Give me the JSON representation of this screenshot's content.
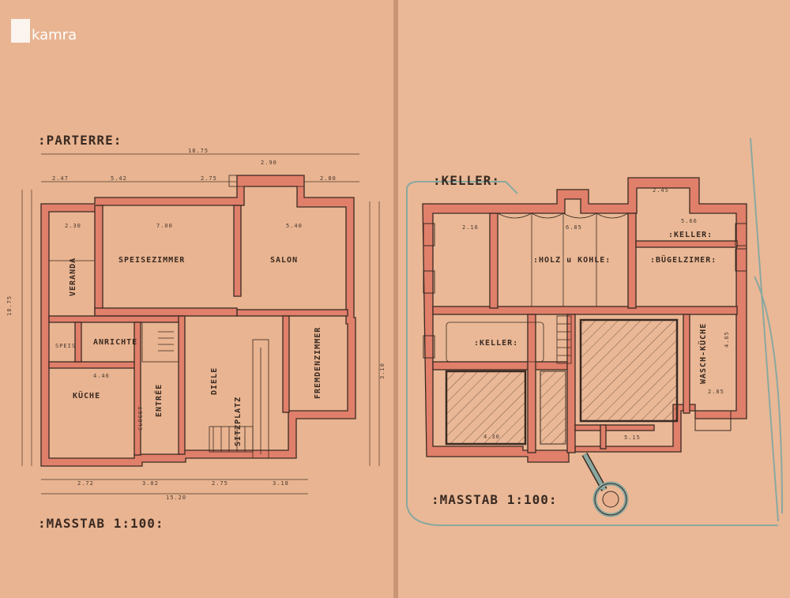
{
  "watermark": {
    "text": "kamra"
  },
  "colors": {
    "paper": "#e8b08f",
    "wall": "#e07f6a",
    "ink": "#3a2a22",
    "site_line": "#8aa8a0"
  },
  "left_sheet": {
    "title": ":PARTERRE:",
    "scale": ":MASSTAB 1:100:",
    "rooms": {
      "speisezimmer": "SPEISEZIMMER",
      "salon": "SALON",
      "veranda": "VERANDA",
      "anrichte": "ANRICHTE",
      "speis": "SPEIS",
      "kueche": "KÜCHE",
      "entree": "ENTRÉE",
      "diele": "DIELE",
      "sitzplatz": "SITZPLATZ",
      "fremdenzimmer": "FREMDENZIMMER",
      "closet": "CLOSET"
    },
    "dimensions": {
      "overall_top": "18.75",
      "overall_bottom": "15.20",
      "top_a": "2.47",
      "top_b": "5.42",
      "top_c": "2.75",
      "top_d": "2.90",
      "top_e": "2.80",
      "bottom_a": "2.72",
      "bottom_b": "3.02",
      "bottom_c": "2.75",
      "bottom_d": "3.18",
      "speise_w": "7.00",
      "salon_w": "5.40",
      "veranda_w": "2.30",
      "kueche_w": "4.46",
      "left_h": "18.75",
      "right_h": "3.10"
    }
  },
  "right_sheet": {
    "title": ":KELLER:",
    "scale": ":MASSTAB 1:100:",
    "rooms": {
      "keller_top": ":KELLER:",
      "holz_kohle": ":HOLZ u KOHLE:",
      "buegelzimmer": ":BÜGELZIMER:",
      "keller_mid": ":KELLER:",
      "waschkueche": "WASCH-KÜCHE"
    },
    "dimensions": {
      "a": "2.45",
      "b": "2.16",
      "c": "6.85",
      "d": "5.66",
      "e": "4.30",
      "f": "5.15",
      "g": "2.85",
      "h": "4.65"
    }
  }
}
